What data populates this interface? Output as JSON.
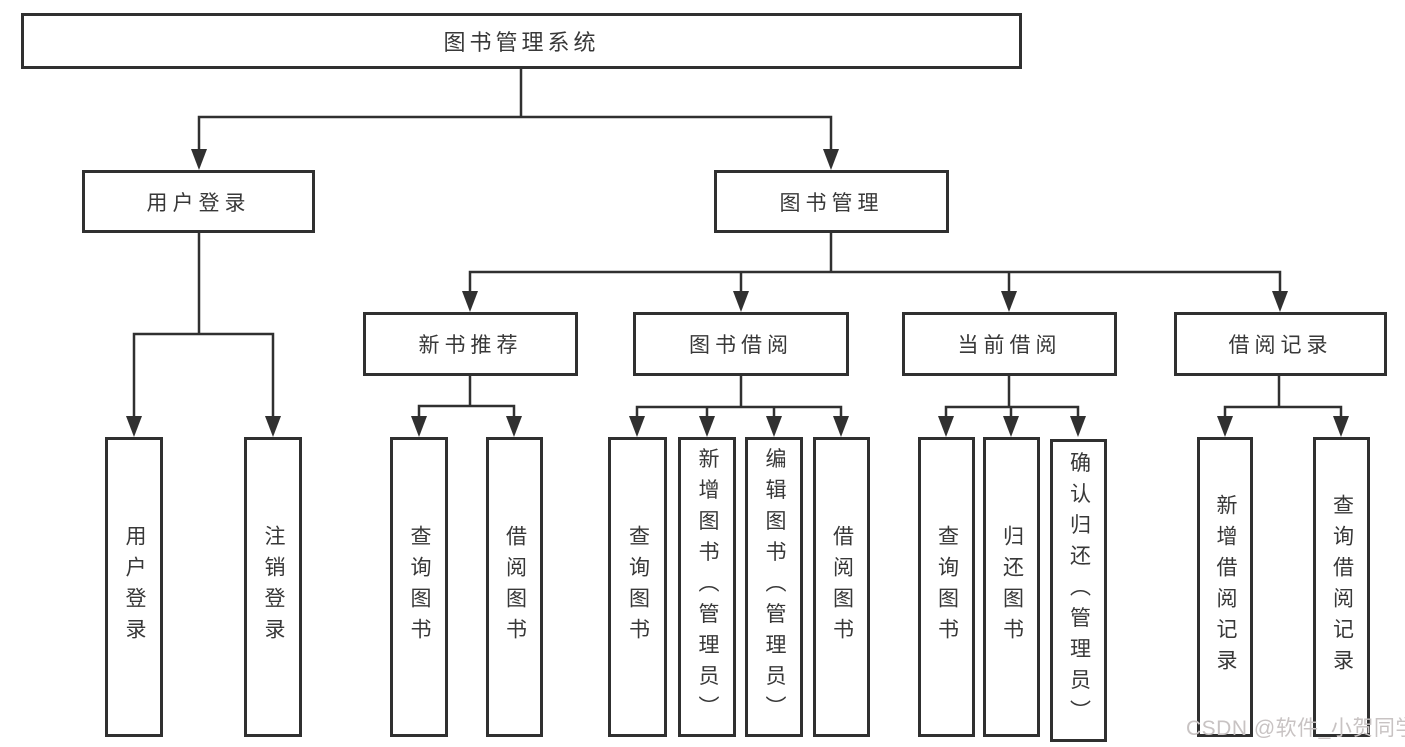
{
  "tree": {
    "root": {
      "label": "图书管理系统"
    },
    "level1": [
      {
        "label": "用户登录",
        "children": [
          {
            "label": "用户登录"
          },
          {
            "label": "注销登录"
          }
        ]
      },
      {
        "label": "图书管理"
      }
    ],
    "level2": [
      {
        "label": "新书推荐",
        "children": [
          {
            "label": "查询图书"
          },
          {
            "label": "借阅图书"
          }
        ]
      },
      {
        "label": "图书借阅",
        "children": [
          {
            "label": "查询图书"
          },
          {
            "label": "新增图书（管理员）"
          },
          {
            "label": "编辑图书（管理员）"
          },
          {
            "label": "借阅图书"
          }
        ]
      },
      {
        "label": "当前借阅",
        "children": [
          {
            "label": "查询图书"
          },
          {
            "label": "归还图书"
          },
          {
            "label": "确认归还（管理员）"
          }
        ]
      },
      {
        "label": "借阅记录",
        "children": [
          {
            "label": "新增借阅记录"
          },
          {
            "label": "查询借阅记录"
          }
        ]
      }
    ]
  },
  "watermark": {
    "text": "CSDN @软件_小贺同学"
  },
  "colors": {
    "line": "#303030",
    "box_border": "#303030",
    "text": "#383838",
    "background": "#ffffff",
    "watermark": "#c8c3c3"
  }
}
